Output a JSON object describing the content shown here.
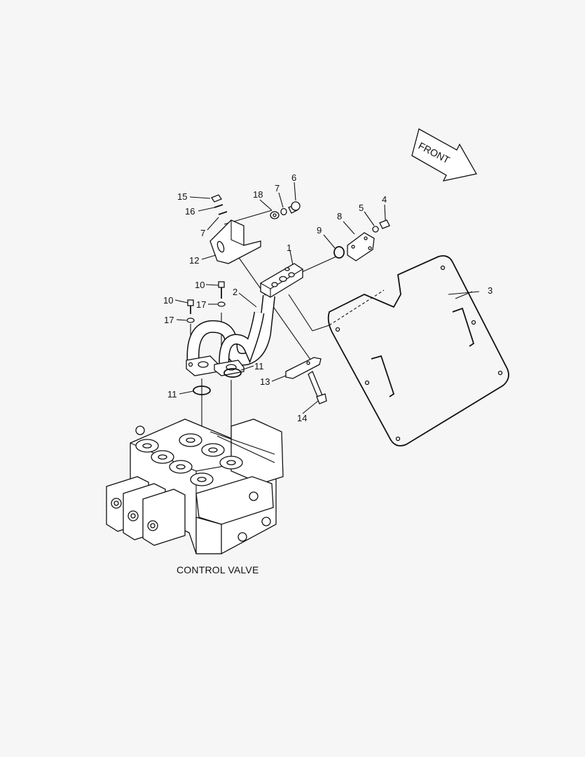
{
  "front_arrow": {
    "text": "FRONT"
  },
  "caption": "CONTROL VALVE",
  "callouts": {
    "c1": "1",
    "c2": "2",
    "c3": "3",
    "c4": "4",
    "c5": "5",
    "c6": "6",
    "c7a": "7",
    "c7b": "7",
    "c8": "8",
    "c9": "9",
    "c10a": "10",
    "c10b": "10",
    "c11a": "11",
    "c11b": "11",
    "c12": "12",
    "c13": "13",
    "c14": "14",
    "c15": "15",
    "c16": "16",
    "c17a": "17",
    "c17b": "17",
    "c18": "18"
  }
}
